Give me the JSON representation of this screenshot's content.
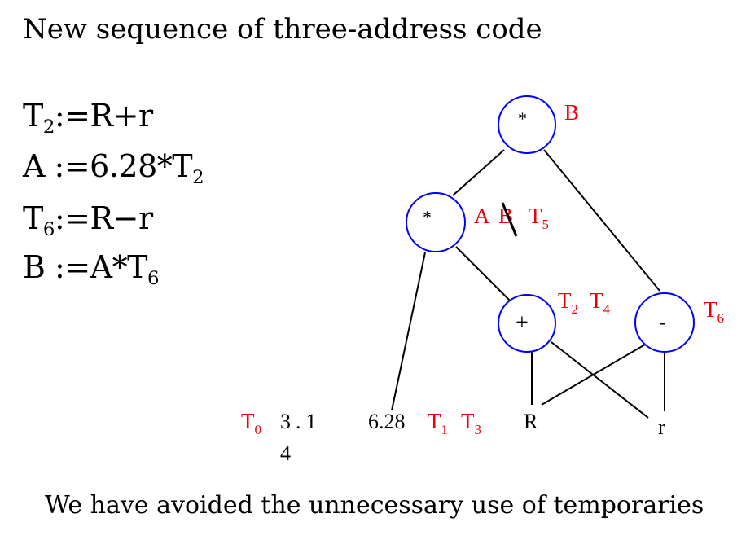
{
  "title": "New sequence of three-address code",
  "code": [
    {
      "lhs": "T",
      "lhs_sub": "2",
      "rhs": ":=R+r",
      "rhs_sub": ""
    },
    {
      "lhs": "A",
      "lhs_sub": "",
      "rhs": " :=6.28*T",
      "rhs_sub": "2"
    },
    {
      "lhs": "T",
      "lhs_sub": "6",
      "rhs": ":=R−r",
      "rhs_sub": ""
    },
    {
      "lhs": "B",
      "lhs_sub": "",
      "rhs": " :=A*T",
      "rhs_sub": "6"
    }
  ],
  "dag": {
    "nodes": {
      "mult_top": {
        "op": "*",
        "label": "B"
      },
      "mult_mid": {
        "op": "*",
        "label_a": "A",
        "label_b": "B",
        "label_t": "T",
        "label_t_sub": "5"
      },
      "plus": {
        "op": "+",
        "label_1": "T",
        "label_1_sub": "2",
        "label_2": "T",
        "label_2_sub": "4"
      },
      "minus": {
        "op": "-",
        "label": "T",
        "label_sub": "6"
      }
    },
    "leaves": {
      "t0": {
        "label": "T",
        "sub": "0"
      },
      "pi_line1": "3.1",
      "pi_line2": "4",
      "const": "6.28",
      "t1": {
        "label": "T",
        "sub": "1"
      },
      "t3": {
        "label": "T",
        "sub": "3"
      },
      "R": "R",
      "r": "r"
    }
  },
  "footer": "We have avoided the unnecessary use of temporaries",
  "colors": {
    "label": "#e8000b",
    "node_border": "#0000ff",
    "text": "#000000"
  }
}
